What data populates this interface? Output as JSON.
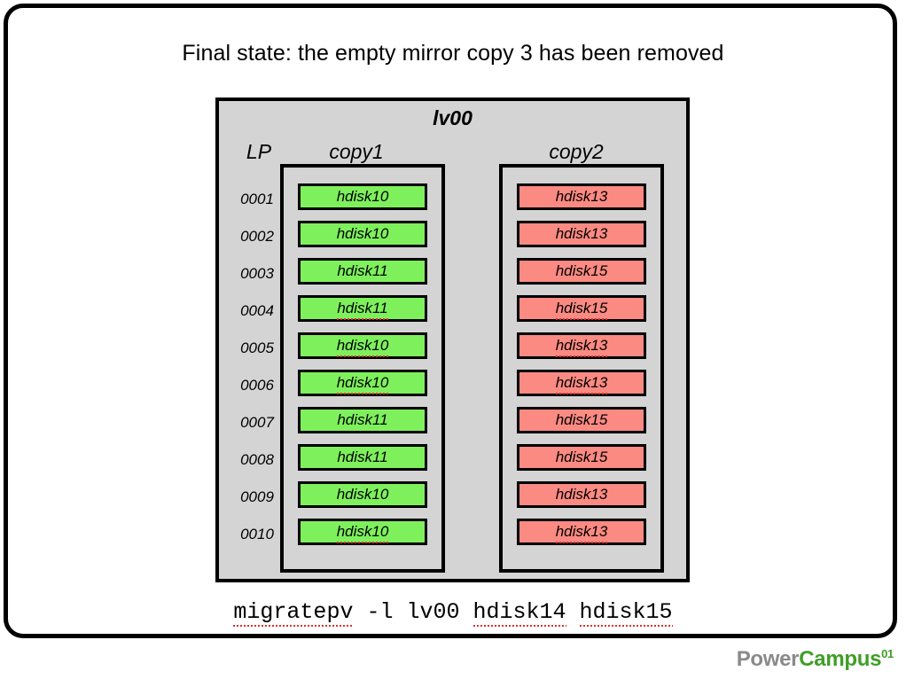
{
  "slide": {
    "title": "Final state: the empty mirror copy 3 has been removed",
    "command": "migratepv -l lv00 hdisk14 hdisk15",
    "command_tokens": [
      {
        "text": "migratepv",
        "spell": true
      },
      {
        "text": " -l ",
        "spell": false
      },
      {
        "text": "lv00",
        "spell": false
      },
      {
        "text": " ",
        "spell": false
      },
      {
        "text": "hdisk14",
        "spell": true
      },
      {
        "text": " ",
        "spell": false
      },
      {
        "text": "hdisk15",
        "spell": true
      }
    ]
  },
  "diagram": {
    "lv_name": "lv00",
    "lp_header": "LP",
    "lp_numbers": [
      "0001",
      "0002",
      "0003",
      "0004",
      "0005",
      "0006",
      "0007",
      "0008",
      "0009",
      "0010"
    ],
    "colors": {
      "panel_bg": "#d4d4d4",
      "copy1_chip": "#7ef05c",
      "copy2_chip": "#fa8a82",
      "border": "#000000",
      "spellcheck": "#e03030"
    },
    "copies": [
      {
        "label": "copy1",
        "chip_color": "green",
        "cells": [
          {
            "pv": "hdisk10",
            "spell": false
          },
          {
            "pv": "hdisk10",
            "spell": false
          },
          {
            "pv": "hdisk11",
            "spell": false
          },
          {
            "pv": "hdisk11",
            "spell": true
          },
          {
            "pv": "hdisk10",
            "spell": true
          },
          {
            "pv": "hdisk10",
            "spell": true
          },
          {
            "pv": "hdisk11",
            "spell": false
          },
          {
            "pv": "hdisk11",
            "spell": false
          },
          {
            "pv": "hdisk10",
            "spell": false
          },
          {
            "pv": "hdisk10",
            "spell": true
          }
        ]
      },
      {
        "label": "copy2",
        "chip_color": "salmon",
        "cells": [
          {
            "pv": "hdisk13",
            "spell": false
          },
          {
            "pv": "hdisk13",
            "spell": false
          },
          {
            "pv": "hdisk15",
            "spell": false
          },
          {
            "pv": "hdisk15",
            "spell": true
          },
          {
            "pv": "hdisk13",
            "spell": true
          },
          {
            "pv": "hdisk13",
            "spell": true
          },
          {
            "pv": "hdisk15",
            "spell": false
          },
          {
            "pv": "hdisk15",
            "spell": false
          },
          {
            "pv": "hdisk13",
            "spell": false
          },
          {
            "pv": "hdisk13",
            "spell": true
          }
        ]
      }
    ]
  },
  "footer": {
    "logo_part1": "Power",
    "logo_part2": "Campus",
    "logo_superscript": "01"
  }
}
